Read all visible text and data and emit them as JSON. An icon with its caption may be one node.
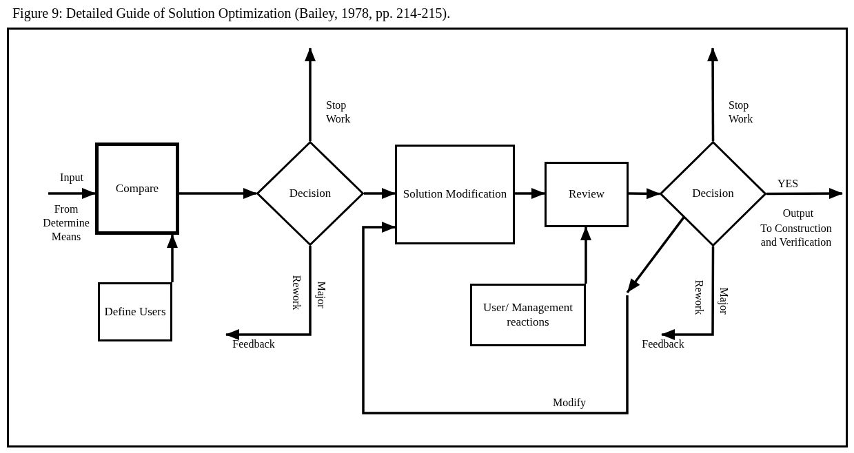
{
  "diagram": {
    "title": "Figure 9: Detailed Guide of Solution Optimization (Bailey, 1978, pp. 214-215).",
    "nodes": [
      {
        "text": [
          "Compare"
        ]
      },
      {
        "text": [
          "Define Users"
        ]
      },
      {
        "text": [
          "Decision"
        ]
      },
      {
        "text": [
          "Solution Modification"
        ]
      },
      {
        "text": [
          "Review"
        ]
      },
      {
        "text": [
          "User/ Management reactions"
        ]
      },
      {
        "text": [
          "Decision"
        ]
      }
    ],
    "edges": [
      {
        "from": null,
        "to": 0,
        "arrow": "to",
        "label": "Input"
      },
      {
        "from": 1,
        "to": 0,
        "arrow": "to"
      },
      {
        "from": 0,
        "to": 2,
        "arrow": "to"
      },
      {
        "from": 2,
        "to": null,
        "arrow": "to",
        "label": "Stop Work"
      },
      {
        "from": 2,
        "to": null,
        "arrow": "to",
        "label": "Feedback"
      },
      {
        "from": 2,
        "to": 3,
        "arrow": "to"
      },
      {
        "from": 3,
        "to": 4,
        "arrow": "to"
      },
      {
        "from": 5,
        "to": 4,
        "arrow": "to"
      },
      {
        "from": 4,
        "to": 6,
        "arrow": "to"
      },
      {
        "from": 6,
        "to": null,
        "arrow": "to",
        "label": "Stop Work"
      },
      {
        "from": 6,
        "to": null,
        "arrow": "to",
        "label": "YES"
      },
      {
        "from": 6,
        "to": null,
        "arrow": "to",
        "label": "Feedback"
      },
      {
        "from": 6,
        "to": 3,
        "arrow": "to",
        "label": "Modify"
      }
    ],
    "labels": [
      "From Determine Means",
      "Rework",
      "Major",
      "Rework",
      "Major",
      "Output",
      "To Construction and Verification"
    ]
  }
}
